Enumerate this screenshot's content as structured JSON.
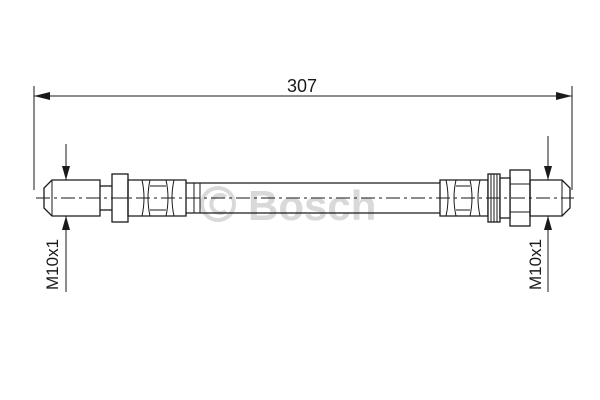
{
  "drawing": {
    "overall_length": "307",
    "left_thread": "M10x1",
    "right_thread": "M10x1"
  },
  "watermark": {
    "brand": "Bosch"
  },
  "colors": {
    "line": "#1a1a1a",
    "background": "#ffffff",
    "watermark": "#d9d9d9"
  }
}
